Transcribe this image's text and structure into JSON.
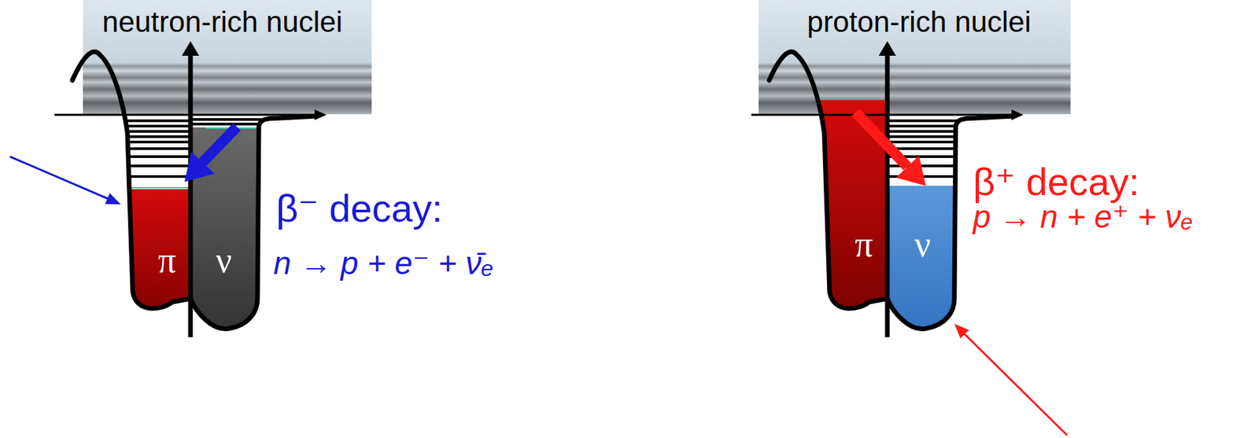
{
  "diagram": {
    "nodes": [
      {
        "text": [
          "neutron-rich nuclei"
        ]
      },
      {
        "text": [
          "π"
        ]
      },
      {
        "text": [
          "ν"
        ]
      },
      {
        "text": [
          "proton-rich nuclei"
        ]
      },
      {
        "text": [
          "π"
        ]
      },
      {
        "text": [
          "ν"
        ]
      }
    ],
    "labels": [
      "β⁻ decay:",
      "n → p + e⁻ + ν̄ₑ",
      "β⁺ decay:",
      "p → n + e⁺ + νₑ"
    ]
  }
}
